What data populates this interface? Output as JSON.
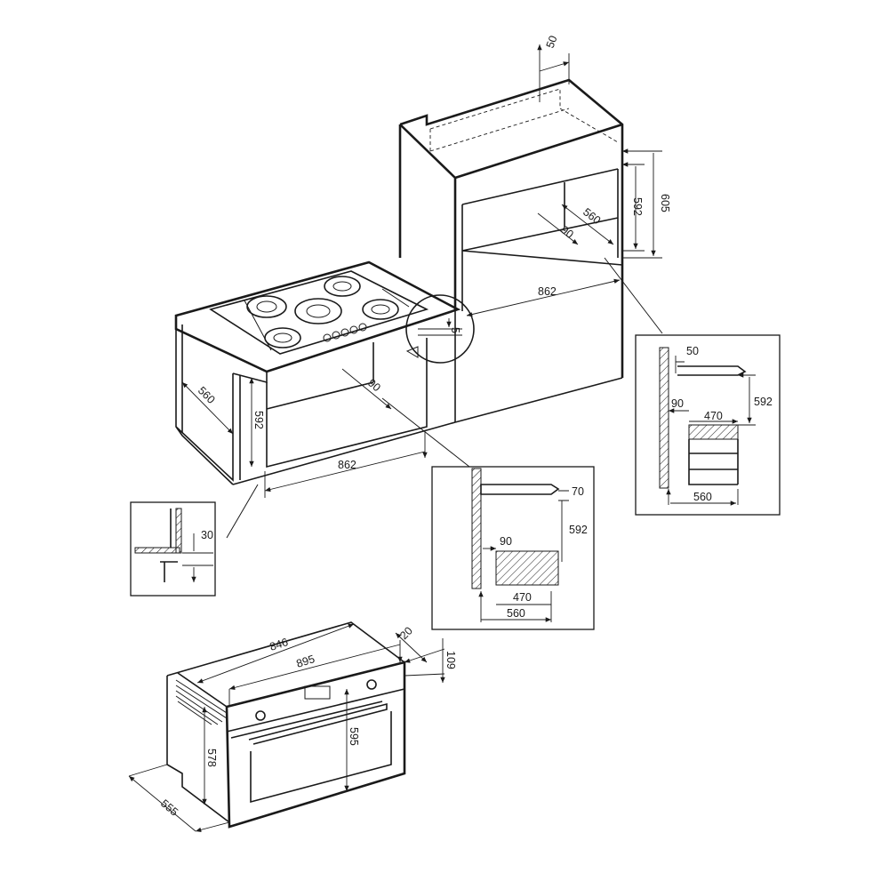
{
  "tall_cabinet": {
    "top_offset": "50",
    "outer_height": "605",
    "niche_height": "592",
    "depth": "560",
    "rear_gap": "90",
    "width": "862"
  },
  "hob_cabinet": {
    "worktop_gap": "5",
    "depth": "560",
    "niche_height": "592",
    "rear_gap": "90",
    "width": "862"
  },
  "plinth_detail": {
    "gap": "30"
  },
  "under_hob_detail": {
    "top_gap": "70",
    "niche_height": "592",
    "rear_gap": "90",
    "inner_depth": "470",
    "depth": "560"
  },
  "tall_detail": {
    "top_offset": "50",
    "niche_height": "592",
    "rear_gap": "90",
    "inner_depth": "470",
    "depth": "560"
  },
  "oven": {
    "body_width": "846",
    "front_width": "895",
    "front_thickness": "20",
    "panel_height": "109",
    "front_height": "595",
    "body_height": "578",
    "depth": "555"
  }
}
